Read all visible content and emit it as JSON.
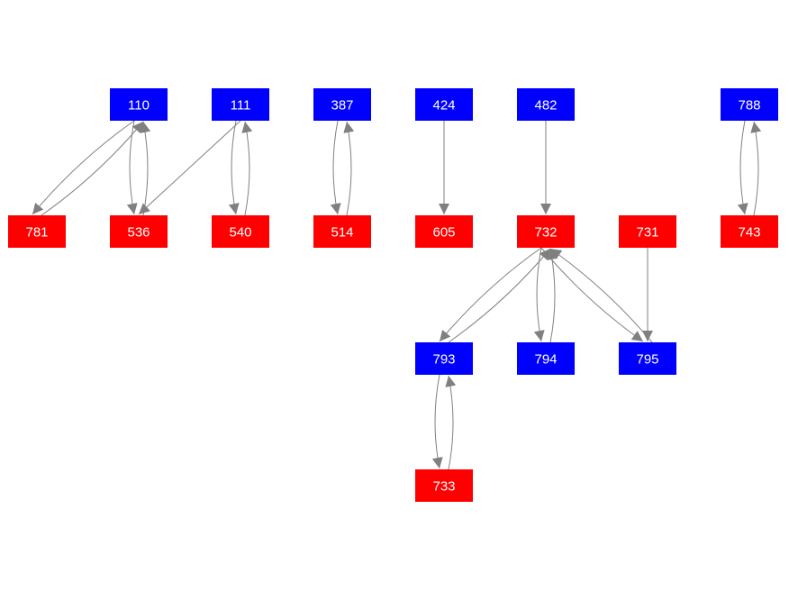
{
  "colors": {
    "blue": "#0000FF",
    "red": "#FF0000",
    "edge": "#808080"
  },
  "nodes": [
    {
      "id": "110",
      "label": "110",
      "color": "blue"
    },
    {
      "id": "111",
      "label": "111",
      "color": "blue"
    },
    {
      "id": "387",
      "label": "387",
      "color": "blue"
    },
    {
      "id": "424",
      "label": "424",
      "color": "blue"
    },
    {
      "id": "482",
      "label": "482",
      "color": "blue"
    },
    {
      "id": "788",
      "label": "788",
      "color": "blue"
    },
    {
      "id": "781",
      "label": "781",
      "color": "red"
    },
    {
      "id": "536",
      "label": "536",
      "color": "red"
    },
    {
      "id": "540",
      "label": "540",
      "color": "red"
    },
    {
      "id": "514",
      "label": "514",
      "color": "red"
    },
    {
      "id": "605",
      "label": "605",
      "color": "red"
    },
    {
      "id": "732",
      "label": "732",
      "color": "red"
    },
    {
      "id": "731",
      "label": "731",
      "color": "red"
    },
    {
      "id": "743",
      "label": "743",
      "color": "red"
    },
    {
      "id": "793",
      "label": "793",
      "color": "blue"
    },
    {
      "id": "794",
      "label": "794",
      "color": "blue"
    },
    {
      "id": "795",
      "label": "795",
      "color": "blue"
    },
    {
      "id": "733",
      "label": "733",
      "color": "red"
    }
  ],
  "edges": [
    {
      "from": "110",
      "to": "781"
    },
    {
      "from": "781",
      "to": "110"
    },
    {
      "from": "110",
      "to": "536"
    },
    {
      "from": "536",
      "to": "110"
    },
    {
      "from": "111",
      "to": "536"
    },
    {
      "from": "111",
      "to": "540"
    },
    {
      "from": "540",
      "to": "111"
    },
    {
      "from": "387",
      "to": "514"
    },
    {
      "from": "514",
      "to": "387"
    },
    {
      "from": "424",
      "to": "605"
    },
    {
      "from": "482",
      "to": "732"
    },
    {
      "from": "788",
      "to": "743"
    },
    {
      "from": "743",
      "to": "788"
    },
    {
      "from": "732",
      "to": "793"
    },
    {
      "from": "793",
      "to": "732"
    },
    {
      "from": "732",
      "to": "794"
    },
    {
      "from": "794",
      "to": "732"
    },
    {
      "from": "732",
      "to": "795"
    },
    {
      "from": "795",
      "to": "732"
    },
    {
      "from": "731",
      "to": "795"
    },
    {
      "from": "793",
      "to": "733"
    },
    {
      "from": "733",
      "to": "793"
    }
  ]
}
